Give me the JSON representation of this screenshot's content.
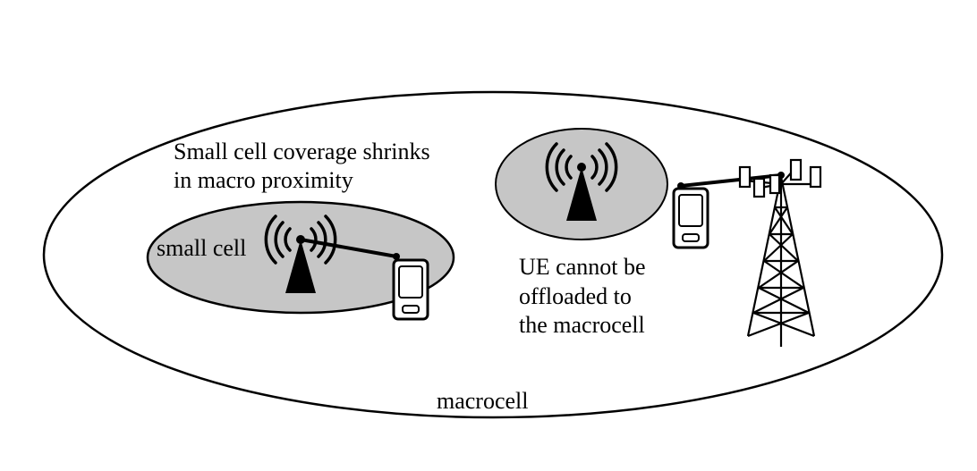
{
  "labels": {
    "shrink_line1": "Small cell coverage shrinks",
    "shrink_line2": "in macro proximity",
    "small_cell": "small cell",
    "ue_line1": "UE cannot be",
    "ue_line2": "offloaded to",
    "ue_line3": "the macrocell",
    "macrocell": "macrocell"
  },
  "colors": {
    "ink": "#000000",
    "small_cell_fill": "#c6c6c6",
    "background": "#ffffff"
  }
}
